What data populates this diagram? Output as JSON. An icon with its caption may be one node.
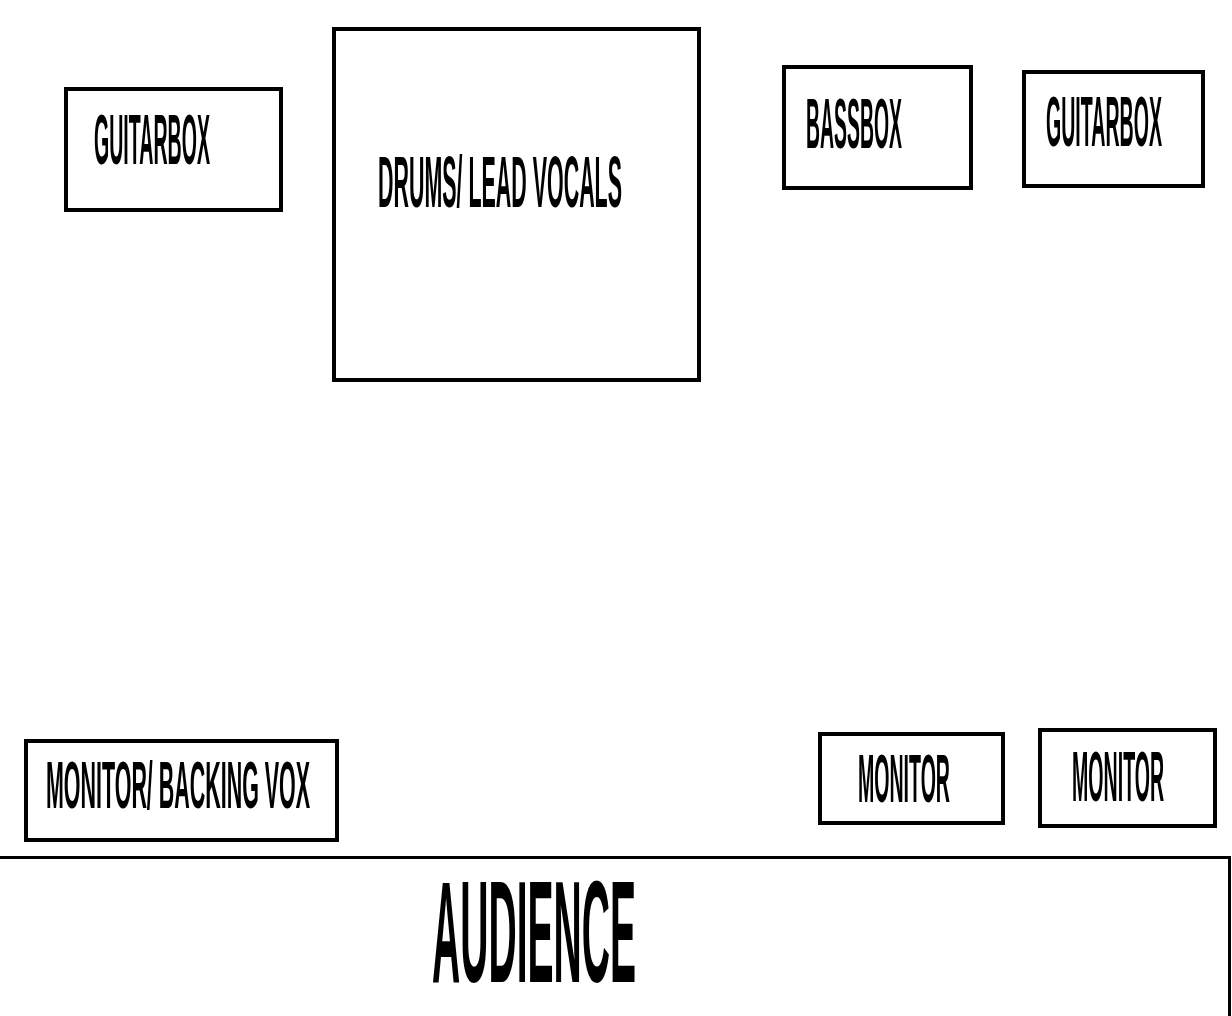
{
  "diagram": {
    "nodes": [
      {
        "text": [
          "GUITARBOX"
        ]
      },
      {
        "text": [
          "DRUMS/ LEAD VOCALS"
        ]
      },
      {
        "text": [
          "BASSBOX"
        ]
      },
      {
        "text": [
          "GUITARBOX"
        ]
      },
      {
        "text": [
          "MONITOR/ BACKING VOX"
        ]
      },
      {
        "text": [
          "MONITOR"
        ]
      },
      {
        "text": [
          "MONITOR"
        ]
      },
      {
        "text": [
          "AUDIENCE"
        ]
      }
    ],
    "edges": []
  }
}
